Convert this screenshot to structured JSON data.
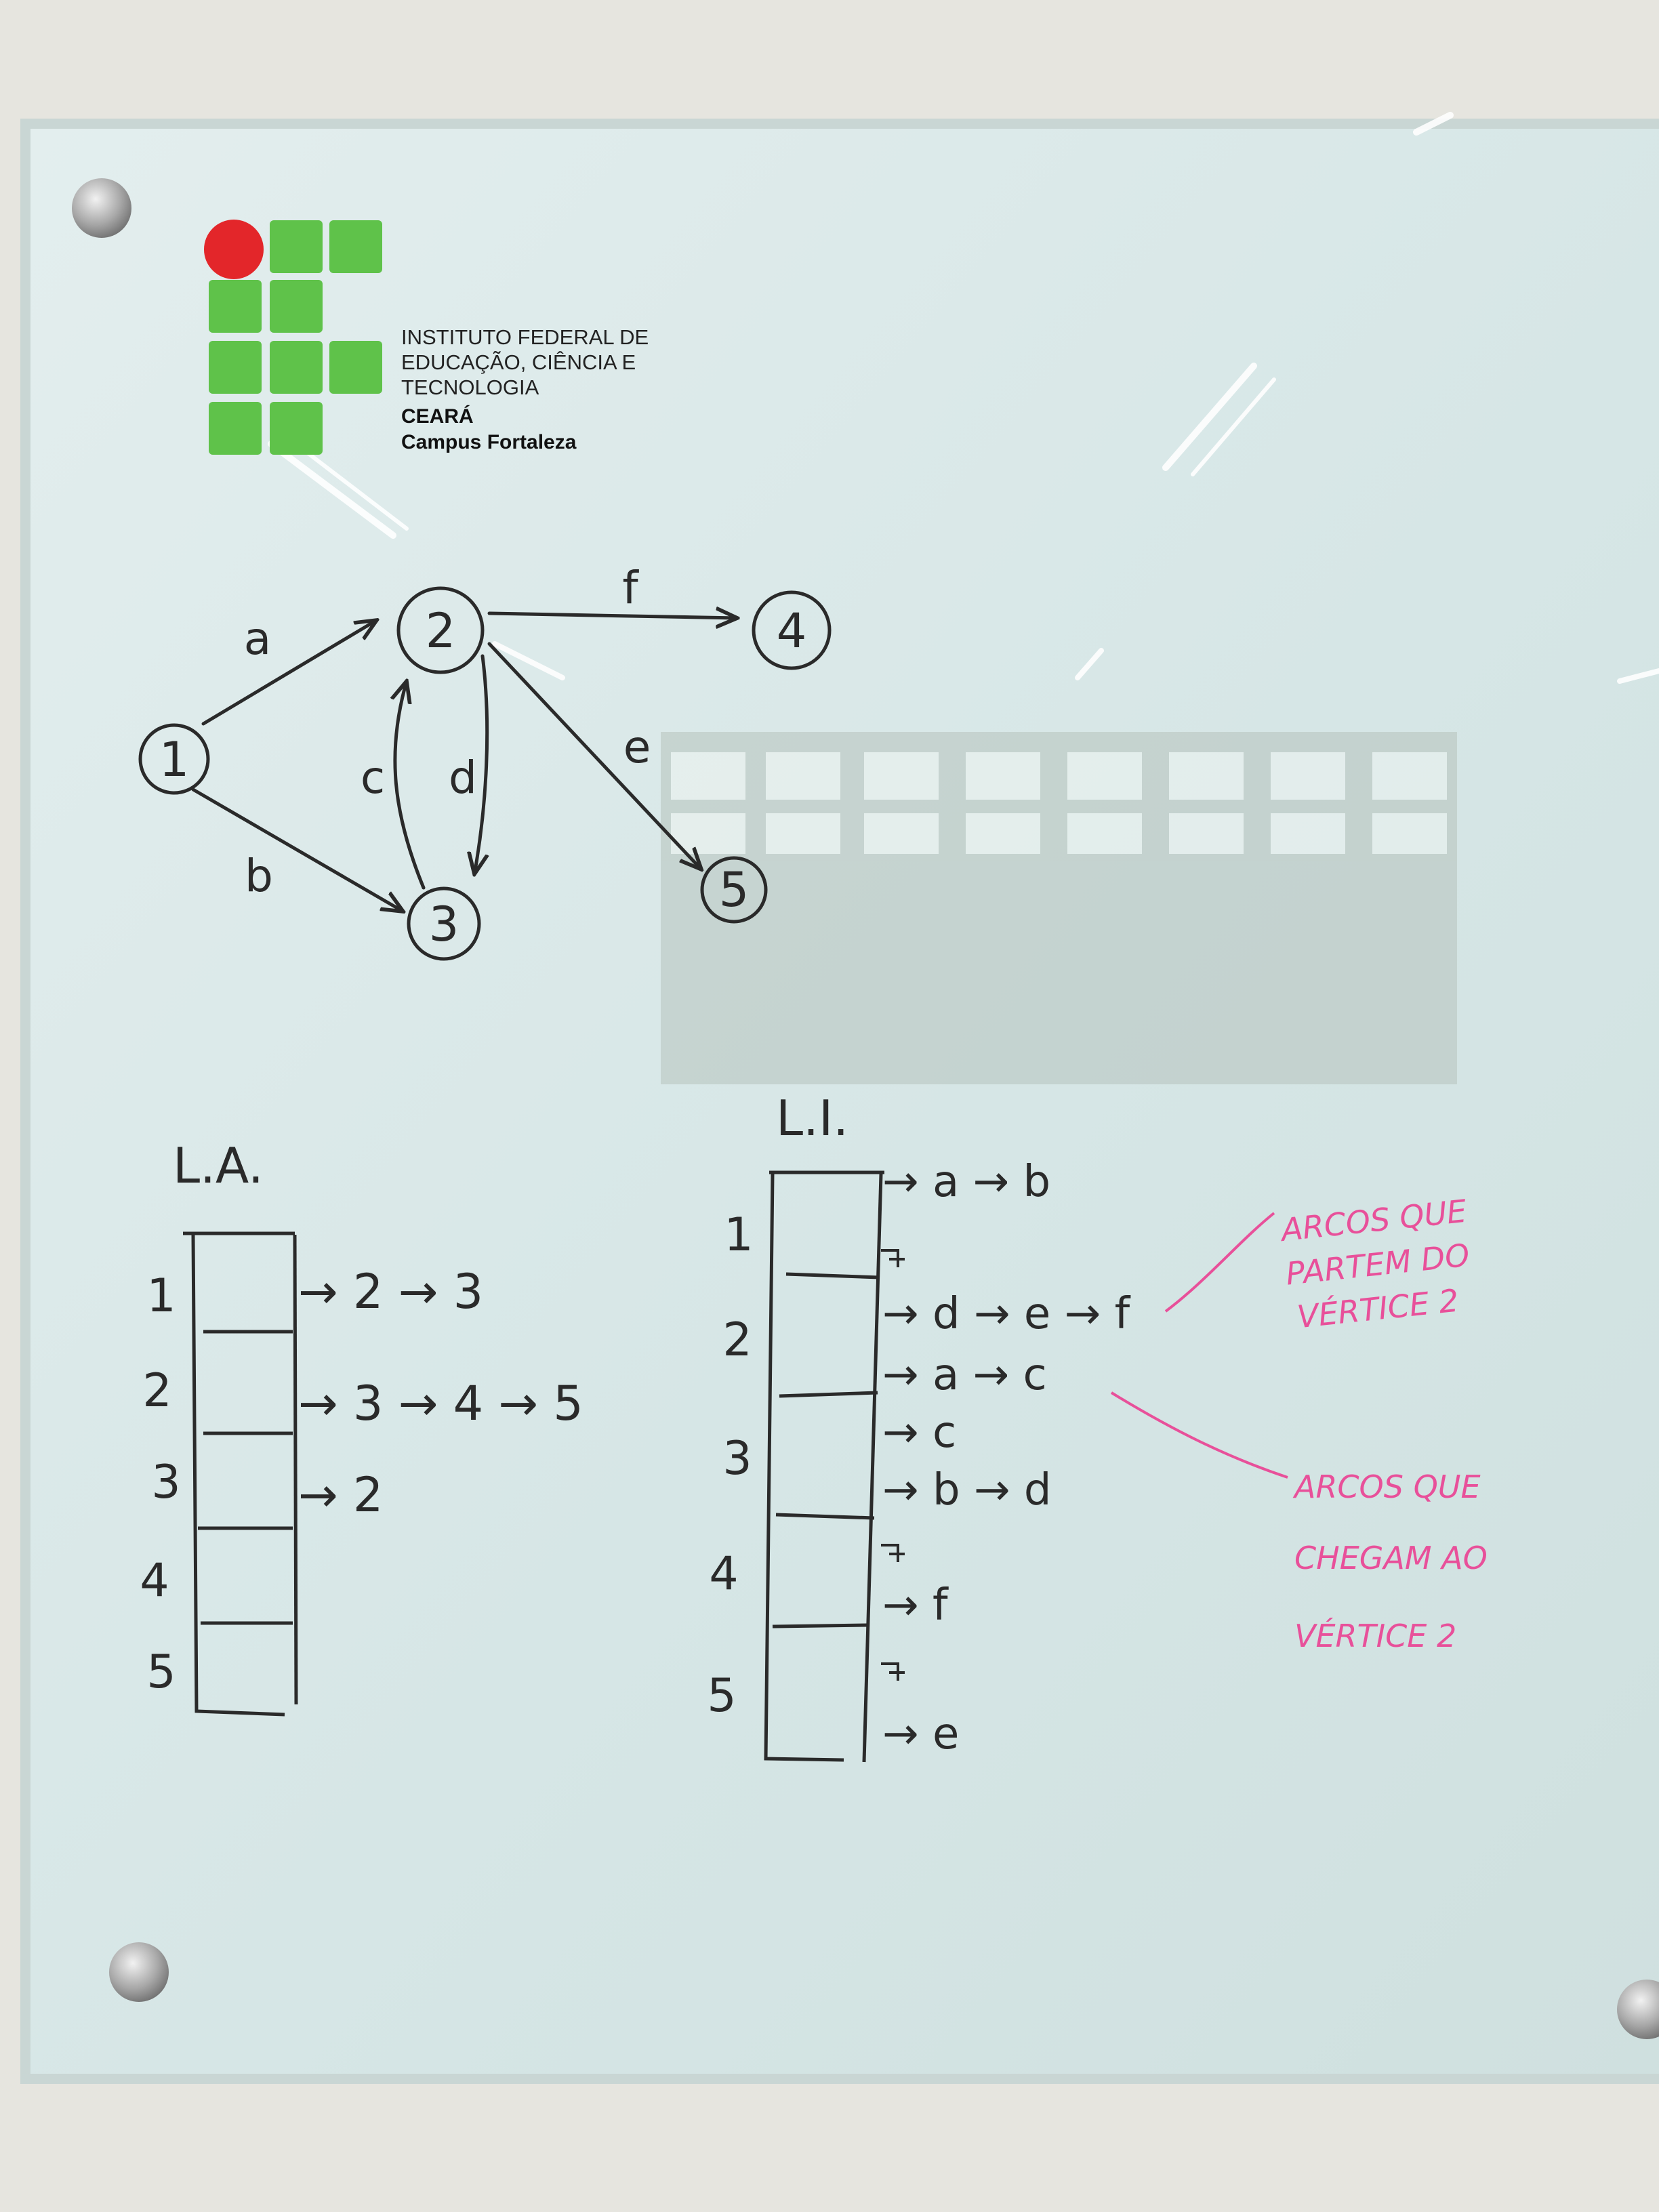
{
  "logo": {
    "line1": "INSTITUTO FEDERAL DE",
    "line2": "EDUCAÇÃO, CIÊNCIA E",
    "line3": "TECNOLOGIA",
    "line4": "CEARÁ",
    "line5": "Campus Fortaleza",
    "colors": {
      "red": "#e3262a",
      "green": "#5fc24a"
    }
  },
  "graph": {
    "vertices": [
      "1",
      "2",
      "3",
      "4",
      "5"
    ],
    "edges": [
      {
        "label": "a",
        "from": "1",
        "to": "2"
      },
      {
        "label": "b",
        "from": "1",
        "to": "3"
      },
      {
        "label": "c",
        "from": "3",
        "to": "2"
      },
      {
        "label": "d",
        "from": "2",
        "to": "3"
      },
      {
        "label": "e",
        "from": "2",
        "to": "5"
      },
      {
        "label": "f",
        "from": "2",
        "to": "4"
      }
    ]
  },
  "adjacency_list": {
    "title": "L.A.",
    "rows": [
      {
        "index": "1",
        "entry": "→ 2 → 3"
      },
      {
        "index": "2",
        "entry": "→ 3 → 4 → 5"
      },
      {
        "index": "3",
        "entry": "→ 2"
      },
      {
        "index": "4",
        "entry": ""
      },
      {
        "index": "5",
        "entry": ""
      }
    ]
  },
  "incidence_list": {
    "title": "L.I.",
    "rows": [
      {
        "index": "1",
        "out": "→ a → b",
        "in": ""
      },
      {
        "index": "2",
        "out": "→ d → e → f",
        "in": "→ a → c"
      },
      {
        "index": "3",
        "out": "→ c",
        "in": "→ b → d"
      },
      {
        "index": "4",
        "out": "",
        "in": "→ f"
      },
      {
        "index": "5",
        "out": "",
        "in": "→ e"
      }
    ]
  },
  "annotations": {
    "top": [
      "ARCOS QUE",
      "PARTEM DO",
      "VÉRTICE 2"
    ],
    "bottom": [
      "ARCOS QUE",
      "CHEGAM AO",
      "VÉRTICE 2"
    ],
    "color": "#e8509a"
  },
  "colors": {
    "ink": "#2a2a2a",
    "board": "#dce9e8",
    "wall": "#e6e5df"
  }
}
